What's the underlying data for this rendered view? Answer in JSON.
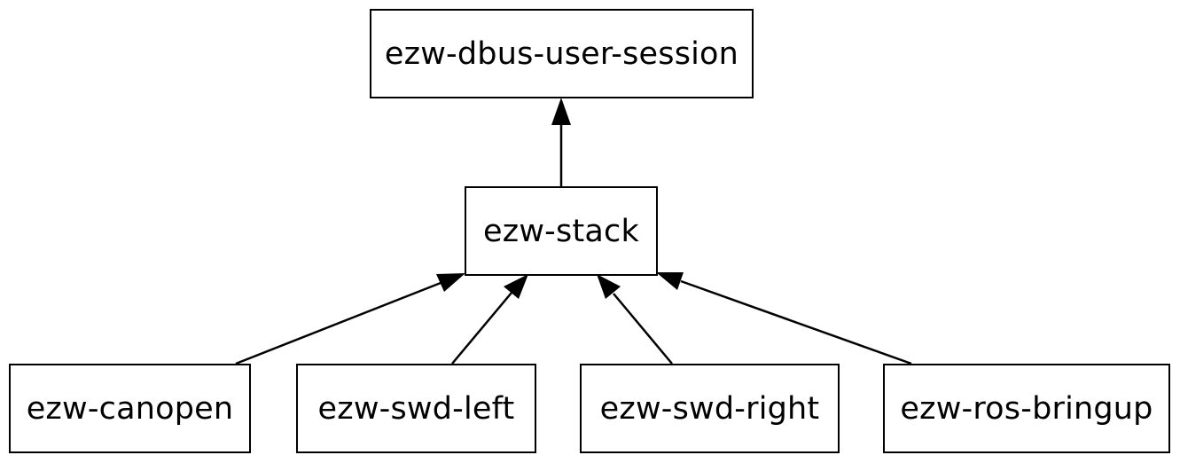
{
  "diagram": {
    "type": "dependency-graph",
    "colors": {
      "stroke": "#000000",
      "fill": "#ffffff",
      "text": "#000000"
    },
    "nodes": [
      {
        "id": "dbus",
        "label": "ezw-dbus-user-session"
      },
      {
        "id": "stack",
        "label": "ezw-stack"
      },
      {
        "id": "canopen",
        "label": "ezw-canopen"
      },
      {
        "id": "swd_left",
        "label": "ezw-swd-left"
      },
      {
        "id": "swd_right",
        "label": "ezw-swd-right"
      },
      {
        "id": "ros_bringup",
        "label": "ezw-ros-bringup"
      }
    ],
    "edges": [
      {
        "from": "stack",
        "to": "dbus"
      },
      {
        "from": "canopen",
        "to": "stack"
      },
      {
        "from": "swd_left",
        "to": "stack"
      },
      {
        "from": "swd_right",
        "to": "stack"
      },
      {
        "from": "ros_bringup",
        "to": "stack"
      }
    ]
  }
}
